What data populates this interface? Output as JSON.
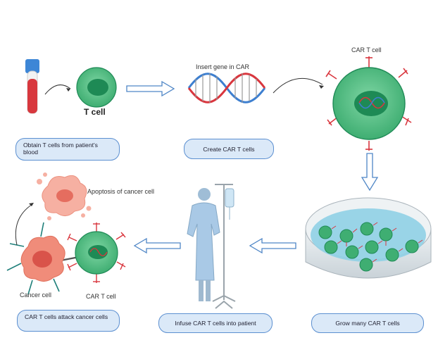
{
  "labels": {
    "t_cell": "T cell",
    "insert_gene": "Insert gene in CAR",
    "car_t_cell_top": "CAR T cell",
    "apoptosis": "Apoptosis of cancer cell",
    "cancer_cell": "Cancer cell",
    "car_t_cell_bottom": "CAR T cell"
  },
  "steps": [
    "Obtain T cells from patient's blood",
    "Create CAR T cells",
    "CAR T cells attack cancer cells",
    "Infuse CAR T cells into patient",
    "Grow many CAR T cells"
  ],
  "icons": [
    "blood-tube-icon",
    "t-cell-icon",
    "dna-helix-icon",
    "car-t-cell-icon",
    "petri-dish-icon",
    "patient-iv-icon",
    "cancer-cell-icon",
    "apoptotic-cell-icon",
    "arrow-icon"
  ],
  "colors": {
    "cell": "#5fc08a",
    "cell_dark": "#1f8a56",
    "nucleus": "#1e8a55",
    "receptor": "#d9363e",
    "pill_fill": "#dbe9f8",
    "pill_border": "#5b8fd0",
    "cancer": "#f08c7a",
    "patient": "#a9c9e6"
  }
}
